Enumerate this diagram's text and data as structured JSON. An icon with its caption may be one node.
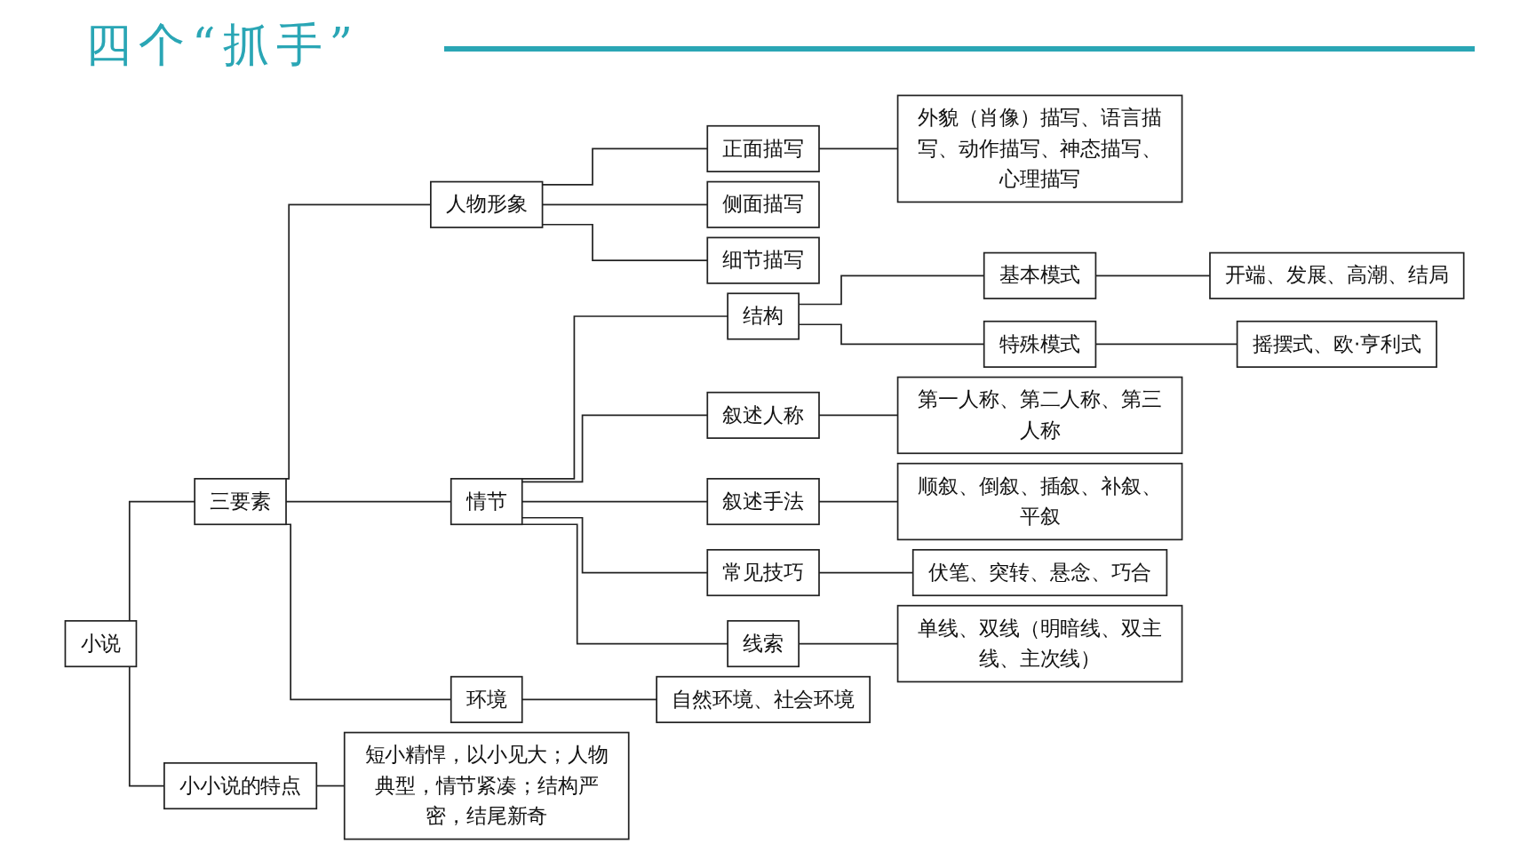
{
  "diagram": {
    "title": "四个“抓手”",
    "nodes": [
      {
        "text": [
          "小说"
        ]
      },
      {
        "text": [
          "三要素"
        ]
      },
      {
        "text": [
          "人物形象"
        ]
      },
      {
        "text": [
          "正面描写"
        ]
      },
      {
        "text": [
          "外貌（肖像）描写、语言描写、动作描写、神态描写、心理描写"
        ]
      },
      {
        "text": [
          "侧面描写"
        ]
      },
      {
        "text": [
          "细节描写"
        ]
      },
      {
        "text": [
          "情节"
        ]
      },
      {
        "text": [
          "结构"
        ]
      },
      {
        "text": [
          "基本模式"
        ]
      },
      {
        "text": [
          "开端、发展、高潮、结局"
        ]
      },
      {
        "text": [
          "特殊模式"
        ]
      },
      {
        "text": [
          "摇摆式、欧·亨利式"
        ]
      },
      {
        "text": [
          "叙述人称"
        ]
      },
      {
        "text": [
          "第一人称、第二人称、第三人称"
        ]
      },
      {
        "text": [
          "叙述手法"
        ]
      },
      {
        "text": [
          "顺叙、倒叙、插叙、补叙、平叙"
        ]
      },
      {
        "text": [
          "常见技巧"
        ]
      },
      {
        "text": [
          "伏笔、突转、悬念、巧合"
        ]
      },
      {
        "text": [
          "线索"
        ]
      },
      {
        "text": [
          "单线、双线（明暗线、双主线、主次线）"
        ]
      },
      {
        "text": [
          "环境"
        ]
      },
      {
        "text": [
          "自然环境、社会环境"
        ]
      },
      {
        "text": [
          "小小说的特点"
        ]
      },
      {
        "text": [
          "短小精悍，以小见大；人物典型，情节紧凑；结构严密，结尾新奇"
        ]
      }
    ],
    "edges": [
      {
        "from": 0,
        "to": 1,
        "arrow": "none"
      },
      {
        "from": 1,
        "to": 2,
        "arrow": "none"
      },
      {
        "from": 2,
        "to": 3,
        "arrow": "none"
      },
      {
        "from": 3,
        "to": 4,
        "arrow": "none"
      },
      {
        "from": 2,
        "to": 5,
        "arrow": "none"
      },
      {
        "from": 2,
        "to": 6,
        "arrow": "none"
      },
      {
        "from": 1,
        "to": 7,
        "arrow": "none"
      },
      {
        "from": 7,
        "to": 8,
        "arrow": "none"
      },
      {
        "from": 8,
        "to": 9,
        "arrow": "none"
      },
      {
        "from": 9,
        "to": 10,
        "arrow": "none"
      },
      {
        "from": 8,
        "to": 11,
        "arrow": "none"
      },
      {
        "from": 11,
        "to": 12,
        "arrow": "none"
      },
      {
        "from": 7,
        "to": 13,
        "arrow": "none"
      },
      {
        "from": 13,
        "to": 14,
        "arrow": "none"
      },
      {
        "from": 7,
        "to": 15,
        "arrow": "none"
      },
      {
        "from": 15,
        "to": 16,
        "arrow": "none"
      },
      {
        "from": 7,
        "to": 17,
        "arrow": "none"
      },
      {
        "from": 17,
        "to": 18,
        "arrow": "none"
      },
      {
        "from": 7,
        "to": 19,
        "arrow": "none"
      },
      {
        "from": 19,
        "to": 20,
        "arrow": "none"
      },
      {
        "from": 1,
        "to": 21,
        "arrow": "none"
      },
      {
        "from": 21,
        "to": 22,
        "arrow": "none"
      },
      {
        "from": 0,
        "to": 23,
        "arrow": "none"
      },
      {
        "from": 23,
        "to": 24,
        "arrow": "none"
      }
    ]
  }
}
